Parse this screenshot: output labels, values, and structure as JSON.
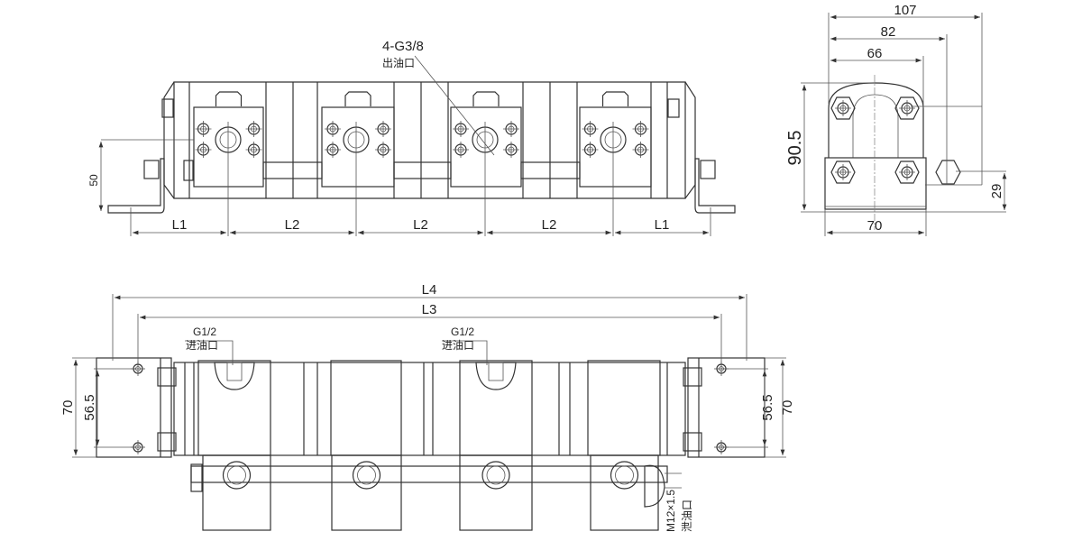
{
  "top_view": {
    "outlet_label": "4-G3/8",
    "outlet_name": "出油口",
    "height_dim": "50",
    "spacing_dims": [
      "L1",
      "L2",
      "L2",
      "L2",
      "L1"
    ]
  },
  "side_view": {
    "dim_overall_width": "107",
    "dim_82": "82",
    "dim_66": "66",
    "dim_height": "90.5",
    "dim_base": "70",
    "dim_29": "29"
  },
  "front_view": {
    "dim_L4": "L4",
    "dim_L3": "L3",
    "inlet_label_1": "G1/2",
    "inlet_name_1": "进油口",
    "inlet_label_2": "G1/2",
    "inlet_name_2": "进油口",
    "left_dim_70": "70",
    "left_dim_56_5": "56.5",
    "right_dim_70": "70",
    "right_dim_56_5": "56.5",
    "drain_label": "M12×1.5",
    "drain_name": "泄油口"
  }
}
